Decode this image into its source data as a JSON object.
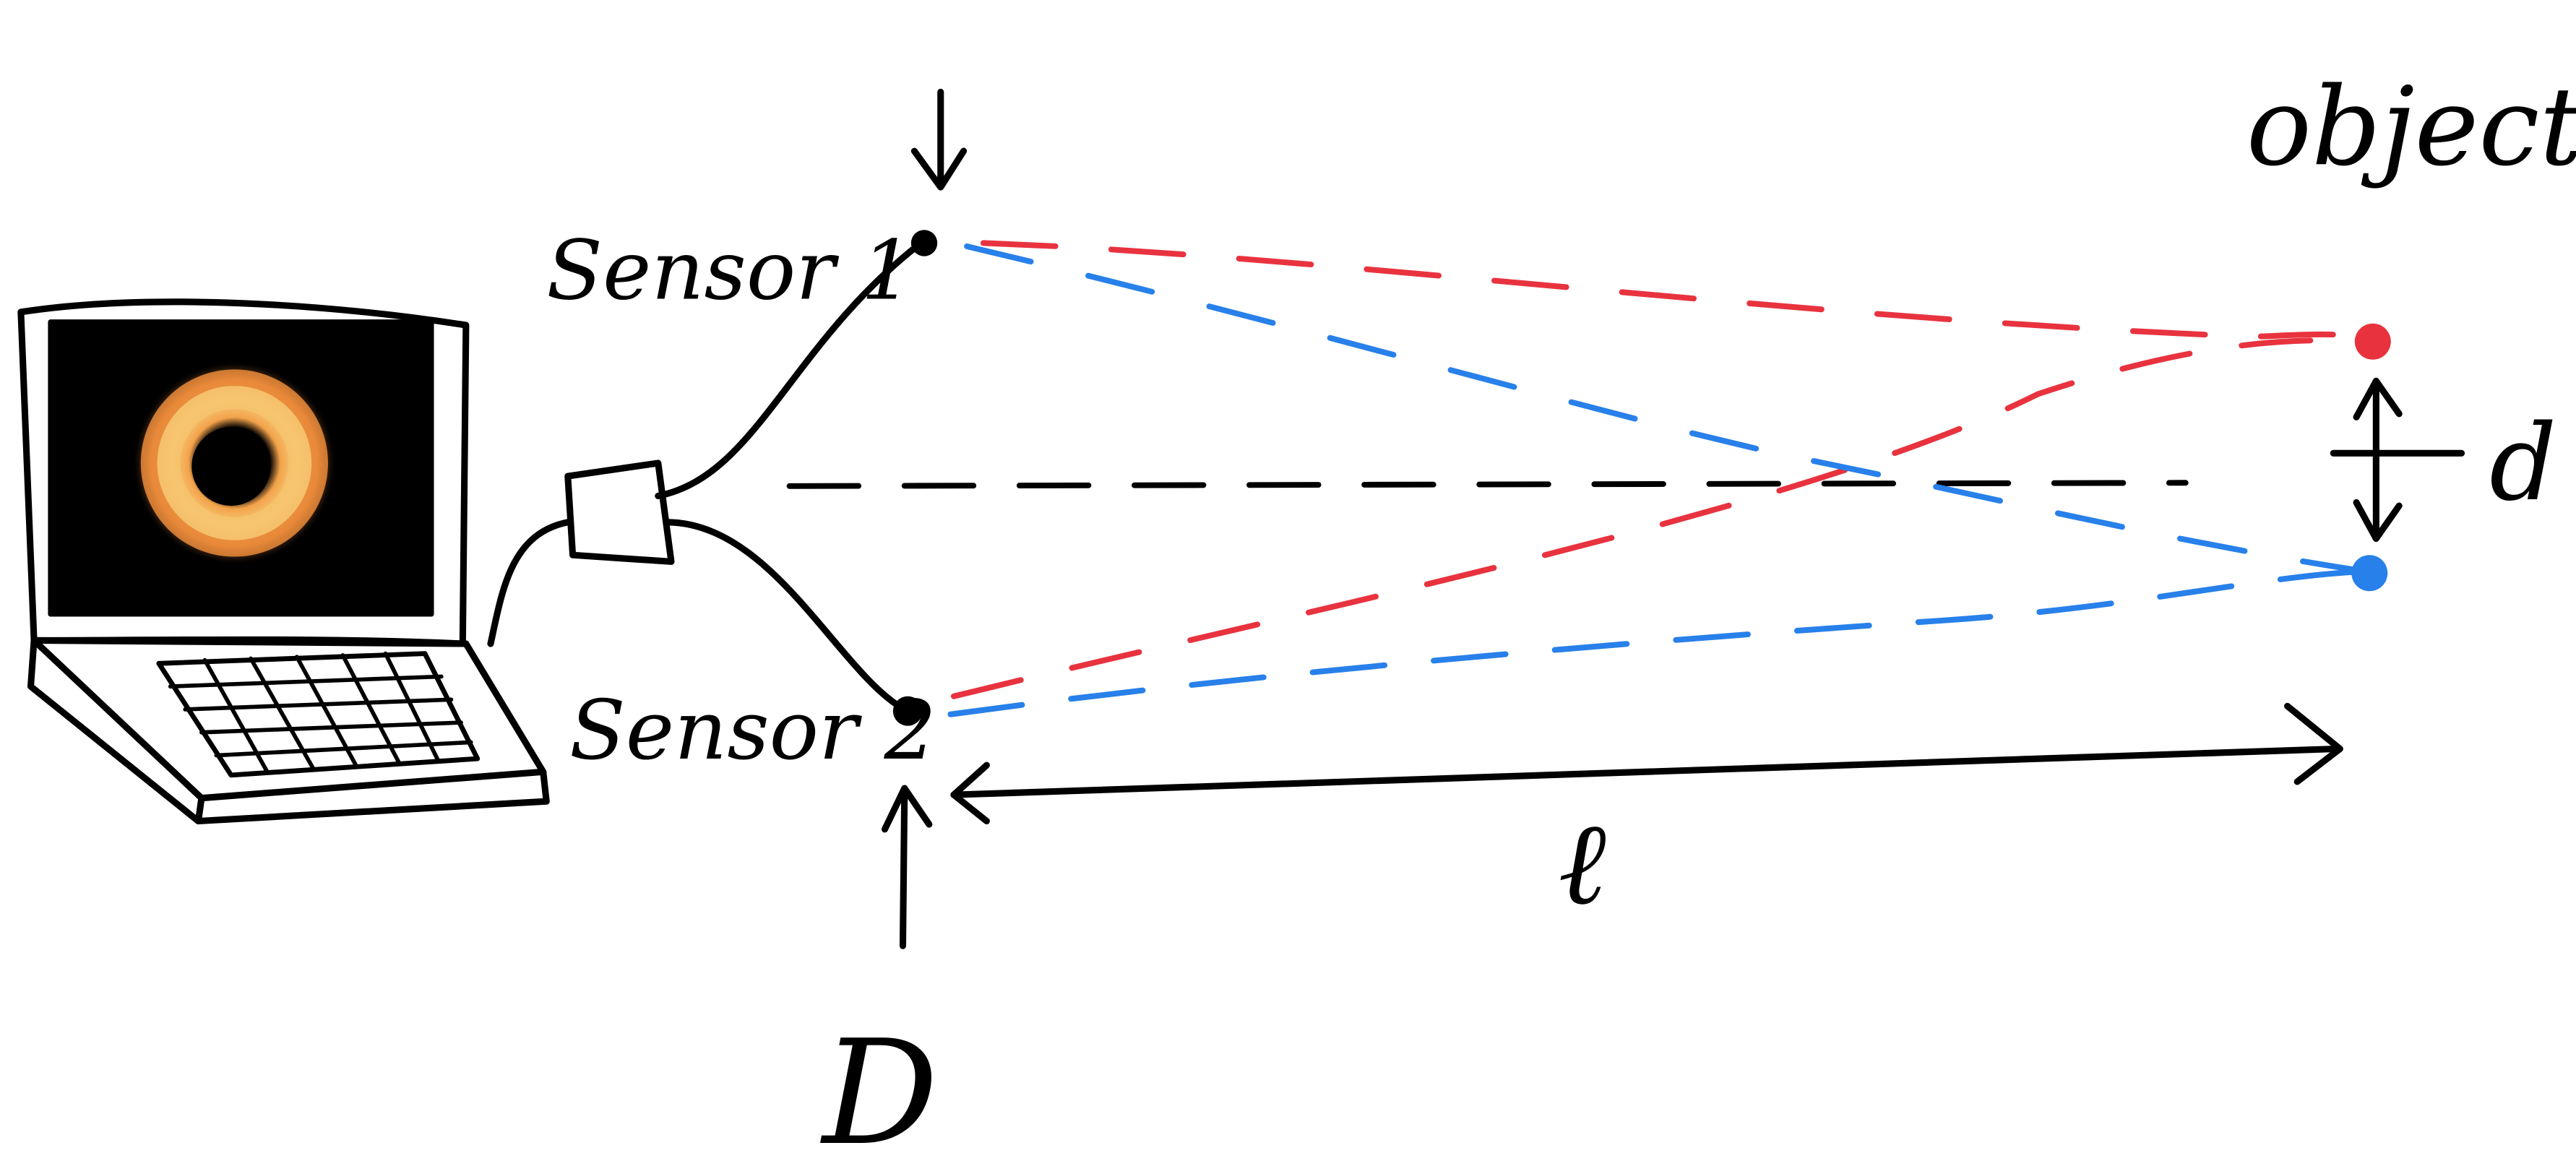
{
  "labels": {
    "object": "object",
    "sensor1": "Sensor 1",
    "sensor2": "Sensor 2",
    "d": "d",
    "l": "ℓ",
    "D": "D"
  },
  "colors": {
    "ink": "#000000",
    "red_ray": "#e8333f",
    "blue_ray": "#2880ea",
    "screen": "#000000",
    "ring_outer": "#e98a3a",
    "ring_inner": "#f6c36e",
    "background": "#ffffff"
  },
  "icons": {
    "laptop": "laptop-icon",
    "hub": "connector-box-icon",
    "ring_image": "ring-image-icon"
  }
}
